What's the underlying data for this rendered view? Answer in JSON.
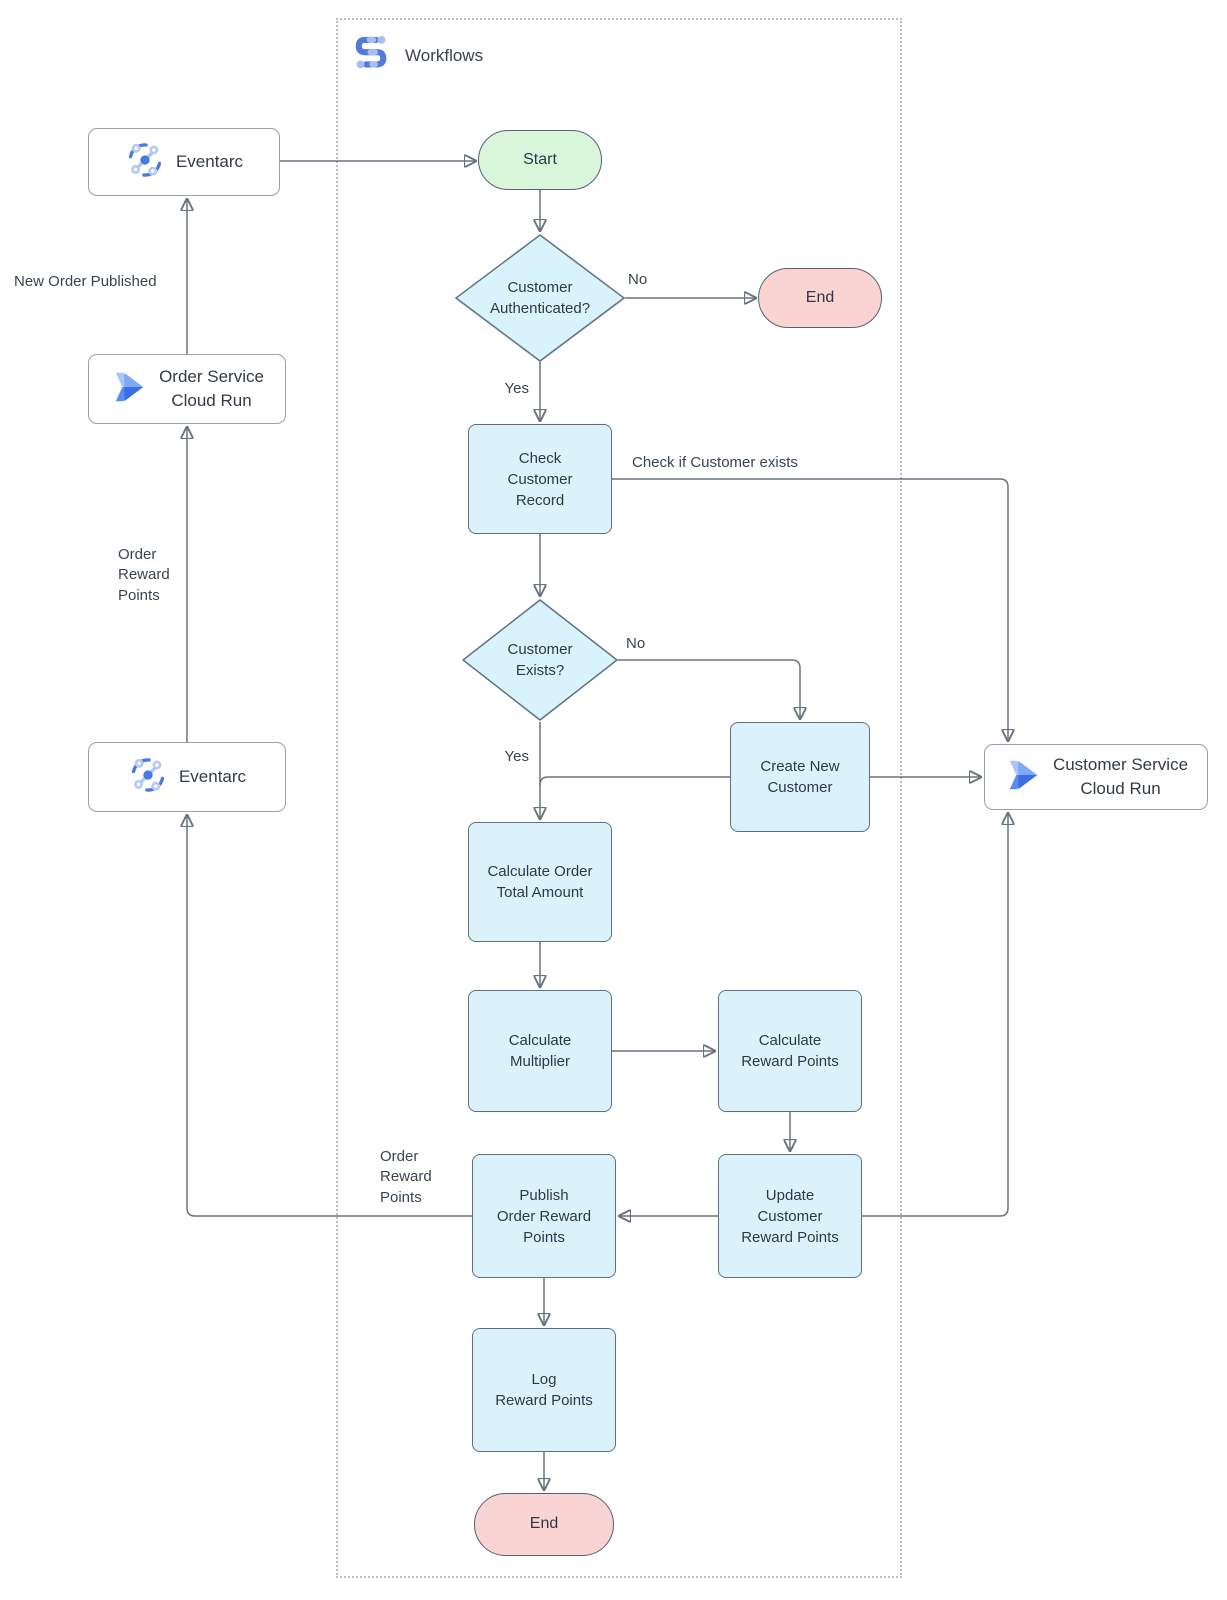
{
  "diagram": {
    "container_title": "Workflows",
    "colors": {
      "process_fill": "#dbf2fb",
      "decision_fill": "#d9f3fc",
      "start_fill": "#d9f5da",
      "end_fill": "#f9d4d2",
      "shape_stroke": "#5d7183",
      "service_stroke": "#99a0a7",
      "connector": "#6a7380",
      "arrowhead": "#35445a",
      "icon_blue": "#4b79e3",
      "icon_light_blue": "#b3c8f5",
      "workflows_icon_blue": "#5677dd",
      "cloud_run_dark_blue": "#3c6ee0"
    },
    "nodes": {
      "eventarc_top": {
        "label": "Eventarc"
      },
      "start": {
        "label": "Start"
      },
      "customer_authenticated": {
        "label": "Customer\nAuthenticated?"
      },
      "end_top": {
        "label": "End"
      },
      "check_customer_record": {
        "label": "Check\nCustomer\nRecord"
      },
      "customer_exists": {
        "label": "Customer\nExists?"
      },
      "create_new_customer": {
        "label": "Create New\nCustomer"
      },
      "customer_service_cloud_run": {
        "label": "Customer Service\nCloud Run"
      },
      "calculate_order_total": {
        "label": "Calculate Order\nTotal Amount"
      },
      "calculate_multiplier": {
        "label": "Calculate\nMultiplier"
      },
      "calculate_reward_points": {
        "label": "Calculate\nReward Points"
      },
      "publish_order_reward_points": {
        "label": "Publish\nOrder Reward\nPoints"
      },
      "update_customer_reward_points": {
        "label": "Update\nCustomer\nReward Points"
      },
      "log_reward_points": {
        "label": "Log\nReward Points"
      },
      "end_bottom": {
        "label": "End"
      },
      "order_service_cloud_run": {
        "label": "Order Service\nCloud Run"
      },
      "eventarc_bottom": {
        "label": "Eventarc"
      }
    },
    "edge_labels": {
      "authenticated_no": "No",
      "authenticated_yes": "Yes",
      "check_if_customer_exists": "Check if Customer exists",
      "exists_no": "No",
      "exists_yes": "Yes",
      "new_order_published": "New Order Published",
      "order_reward_points_left": "Order\nReward\nPoints",
      "order_reward_points_bottom": "Order\nReward\nPoints"
    }
  }
}
